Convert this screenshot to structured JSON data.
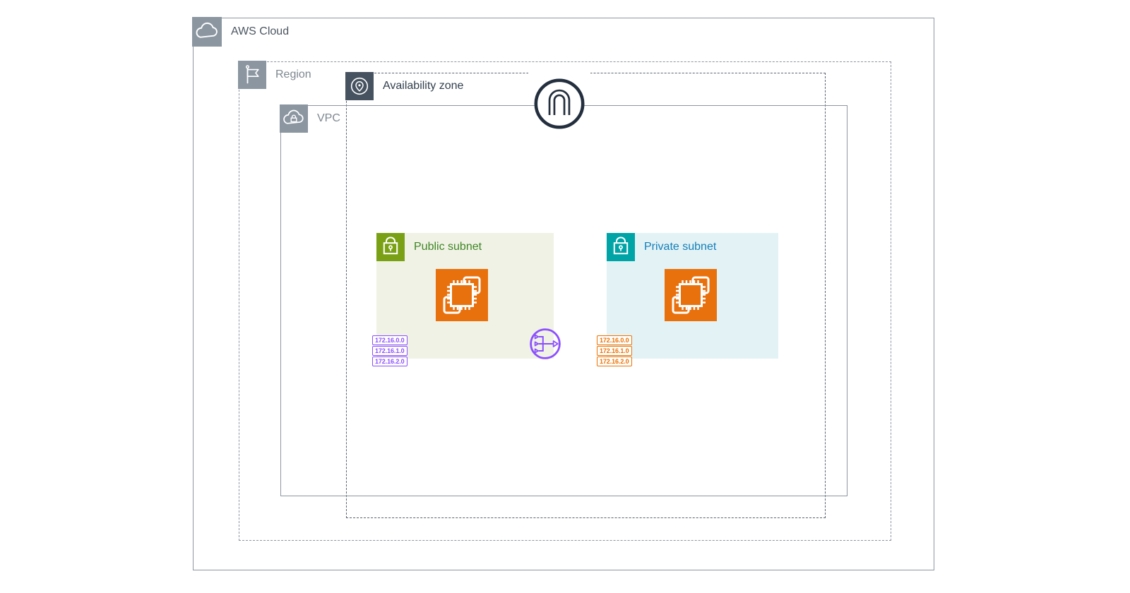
{
  "aws_cloud": {
    "label": "AWS Cloud"
  },
  "region": {
    "label": "Region"
  },
  "availability_zone": {
    "label": "Availability zone"
  },
  "vpc": {
    "label": "VPC"
  },
  "public_subnet": {
    "label": "Public subnet",
    "cidrs": [
      "172.16.0.0",
      "172.16.1.0",
      "172.16.2.0"
    ]
  },
  "private_subnet": {
    "label": "Private subnet",
    "cidrs": [
      "172.16.0.0",
      "172.16.1.0",
      "172.16.2.0"
    ]
  },
  "icons": {
    "aws_cloud": "cloud-icon",
    "region": "flag-icon",
    "availability_zone": "location-pin-icon",
    "vpc": "cloud-lock-icon",
    "public_subnet": "padlock-icon",
    "private_subnet": "padlock-icon",
    "internet_gateway": "internet-gateway-arch-icon",
    "instances": "ec2-instances-chip-icon",
    "router": "router-icon"
  },
  "colors": {
    "container_gray": "#8B96A1",
    "az_dark_gray": "#46525F",
    "border_gray": "#8D96A0",
    "public_green": "#7AA116",
    "public_text_green": "#3F8624",
    "private_teal": "#00A4A6",
    "private_text_blue": "#147EBA",
    "compute_orange": "#E8710D",
    "gateway_navy": "#232F3E",
    "router_purple": "#8C4FFF",
    "cidr_purple": "#8C4FFF",
    "cidr_orange": "#ED7100"
  }
}
